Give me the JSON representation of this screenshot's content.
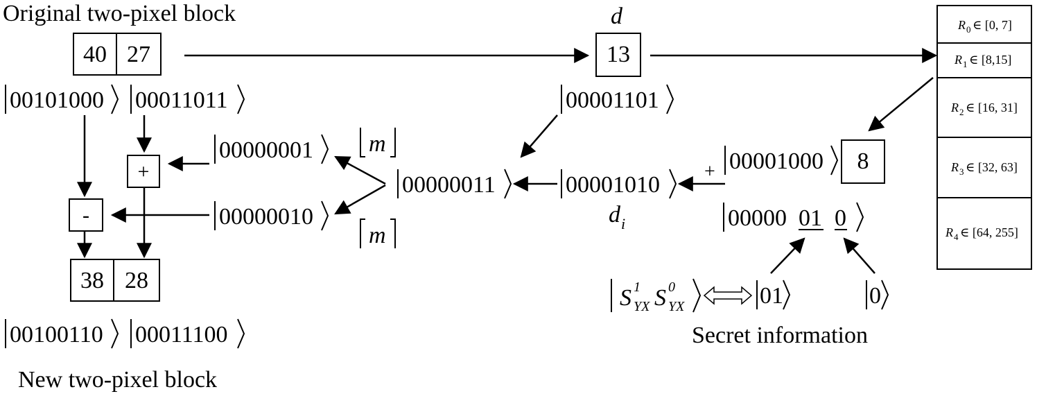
{
  "labels": {
    "original_block": "Original two-pixel block",
    "new_block": "New two-pixel block",
    "secret_info": "Secret information",
    "d": "d",
    "di_main": "d",
    "di_sub": "i",
    "floor_m": "m",
    "ceil_m": "m",
    "plus_sign": "+"
  },
  "original_pixels": [
    "40",
    "27"
  ],
  "original_bits": [
    "00101000",
    "00011011"
  ],
  "new_pixels": [
    "38",
    "28"
  ],
  "new_bits": [
    "00100110",
    "00011100"
  ],
  "ops": {
    "plus": "+",
    "minus": "-"
  },
  "diff": {
    "value": "13",
    "bits": "00001101"
  },
  "m_bits": "00000011",
  "floor_bits": "00000001",
  "ceil_bits": "00000010",
  "di_bits": "00001010",
  "lower_bound": {
    "value": "8",
    "bits": "00001000"
  },
  "embed": {
    "prefix": "00000",
    "part1": "01",
    "part2": "0"
  },
  "secret": {
    "s_main": "S",
    "s1_sup": "1",
    "s0_sup": "0",
    "sub": "YX",
    "bits1": "01",
    "bits2": "0"
  },
  "ranges": [
    {
      "r": "R",
      "i": "0",
      "text": "∈ [0, 7]"
    },
    {
      "r": "R",
      "i": "1",
      "text": "∈ [8,15]"
    },
    {
      "r": "R",
      "i": "2",
      "text": "∈ [16, 31]"
    },
    {
      "r": "R",
      "i": "3",
      "text": "∈ [32, 63]"
    },
    {
      "r": "R",
      "i": "4",
      "text": "∈ [64, 255]"
    }
  ]
}
